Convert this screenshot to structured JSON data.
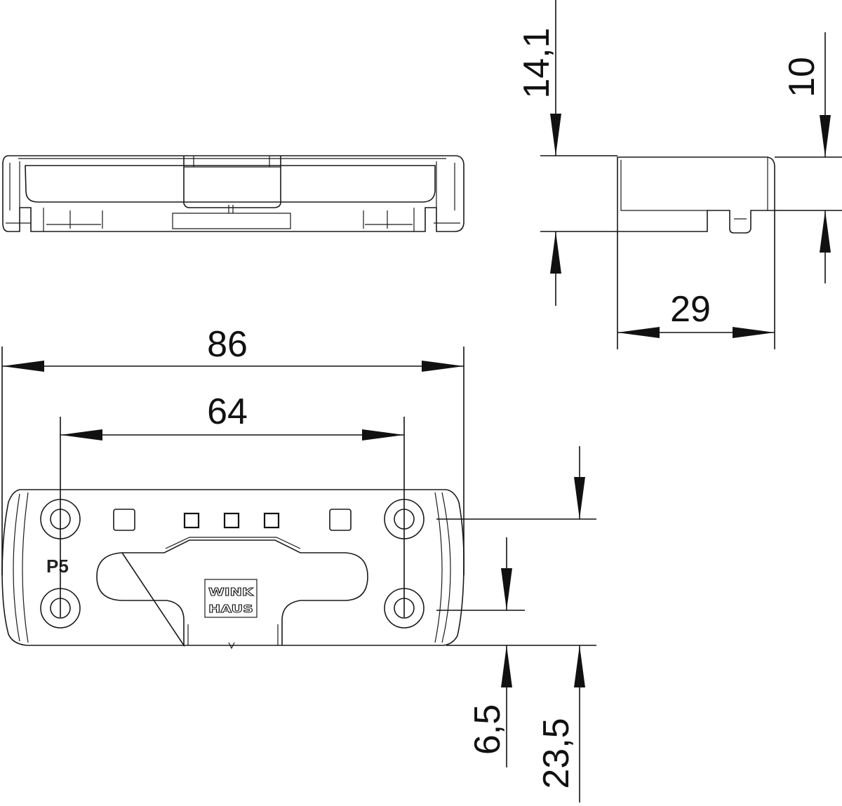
{
  "dimensions": {
    "overall_length": "86",
    "hole_spacing": "64",
    "side_height": "14,1",
    "step_height": "10",
    "depth": "29",
    "hole_offset": "6,5",
    "hole_row_offset": "23,5"
  },
  "part": {
    "marking": "P5",
    "logo_line1": "WINK",
    "logo_line2": "HAUS"
  }
}
